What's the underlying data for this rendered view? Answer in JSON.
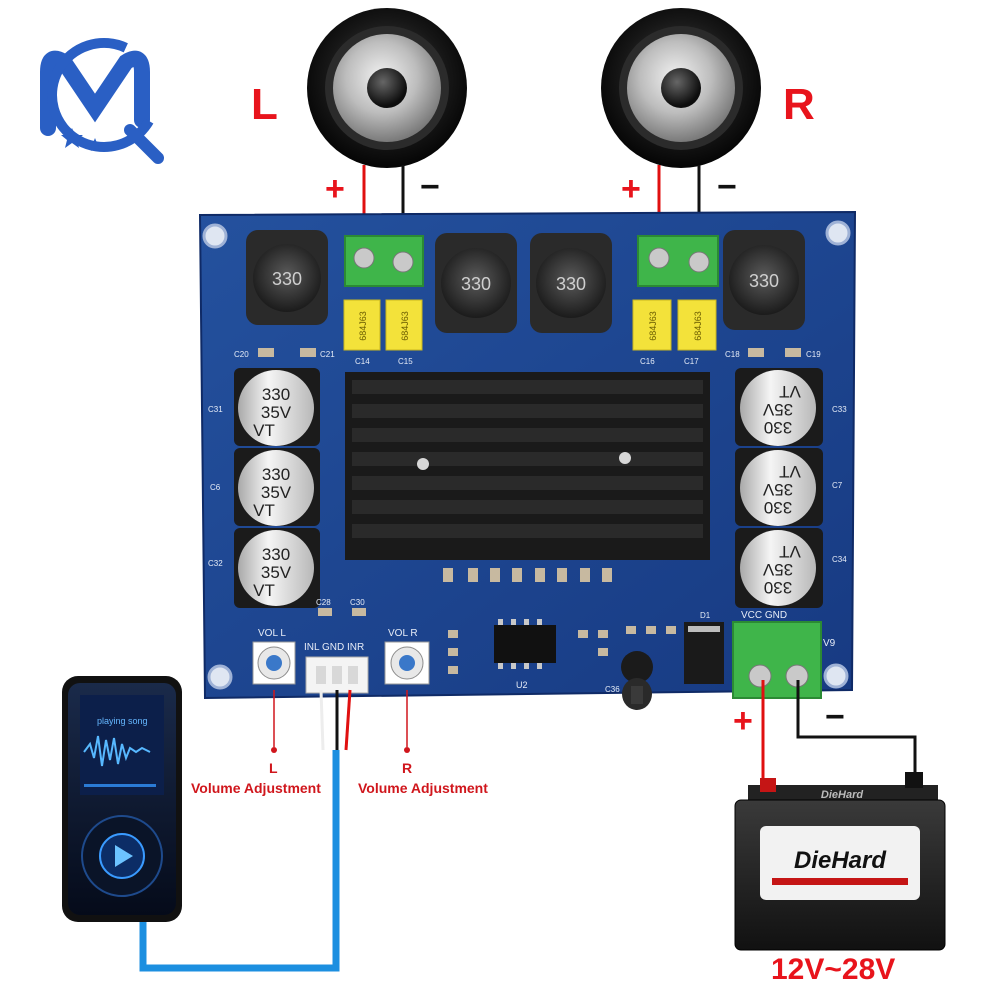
{
  "speakers": {
    "left_label": "L",
    "right_label": "R",
    "plus": "+",
    "minus": "−"
  },
  "board": {
    "inductor_marking": "330",
    "film_cap_marking": "684J63",
    "elcap_lines": [
      "330",
      "35V",
      "VT"
    ],
    "designators": {
      "c20": "C20",
      "c21": "C21",
      "c14": "C14",
      "c15": "C15",
      "c16": "C16",
      "c17": "C17",
      "c18": "C18",
      "c19": "C19",
      "c31": "C31",
      "c6": "C6",
      "c32": "C32",
      "c33": "C33",
      "c7": "C7",
      "c34": "C34",
      "c28": "C28",
      "c30": "C30",
      "u2": "U2",
      "d1": "D1",
      "c36": "C36"
    },
    "vol_l": "VOL L",
    "vol_r": "VOL R",
    "input_header": "INL GND INR",
    "power_header": "VCC GND",
    "v_mark": "V9"
  },
  "annotations": {
    "l_dot": "L",
    "r_dot": "R",
    "volume_adjustment_left": "Volume Adjustment",
    "volume_adjustment_right": "Volume Adjustment",
    "supply_plus": "+",
    "supply_minus": "−",
    "voltage_range": "12V~28V"
  },
  "battery": {
    "brand": "DieHard",
    "top_brand": "DieHard"
  },
  "player": {
    "screen_caption": "playing song",
    "play_icon": "play-icon"
  },
  "colors": {
    "label_red": "#e8141c",
    "pcb_blue": "#1c3f8f",
    "cable_blue": "#1c8fe0",
    "terminal_green": "#3fb54a"
  }
}
